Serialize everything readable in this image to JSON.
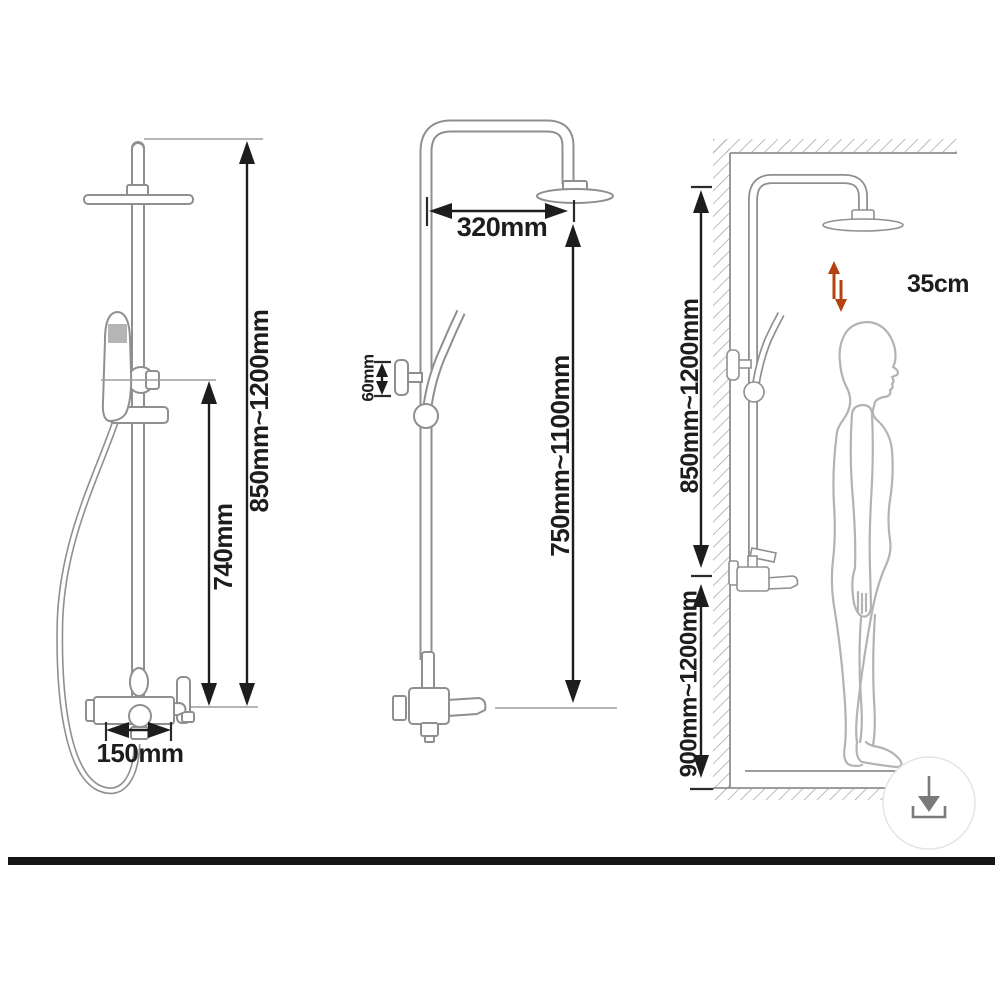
{
  "panels": {
    "left": {
      "height_range_label": "850mm~1200mm",
      "faucet_height_label": "740mm",
      "faucet_width_label": "150mm"
    },
    "middle": {
      "arm_width_label": "320mm",
      "bracket_offset_label": "60mm",
      "riser_range_label": "750mm~1100mm"
    },
    "right": {
      "shower_height_label": "850mm~1200mm",
      "valve_height_label": "900mm~1200mm",
      "clearance_label": "35cm"
    }
  },
  "colors": {
    "fixture_line": "#8f8f8f",
    "dimension": "#1d1d1d",
    "hatch": "#9a9a9a",
    "person": "#b3b3b3",
    "accent_arrow": "#b5430f",
    "divider_bar": "#151515",
    "handheld_screen": "#b5b5b5"
  }
}
